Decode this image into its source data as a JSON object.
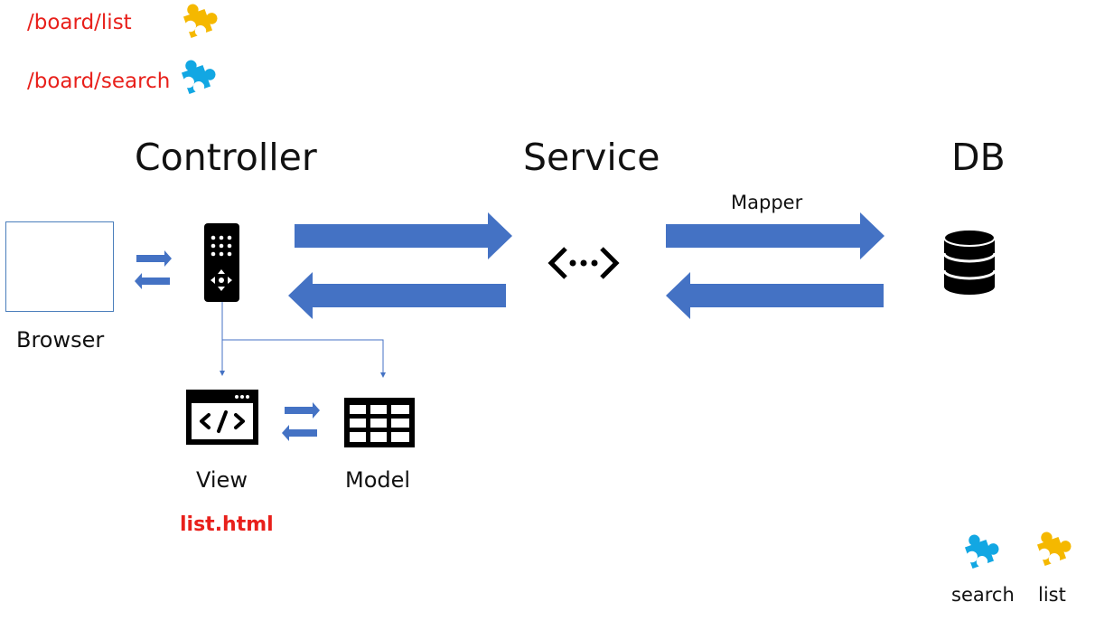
{
  "routes": [
    {
      "text": "/board/list",
      "puzzle_color": "#f5b800"
    },
    {
      "text": "/board/search",
      "puzzle_color": "#12a7e3"
    }
  ],
  "layers": {
    "controller": "Controller",
    "service": "Service",
    "db": "DB"
  },
  "mapper_label": "Mapper",
  "browser_label": "Browser",
  "view_label": "View",
  "model_label": "Model",
  "view_file": "list.html",
  "legend": [
    {
      "label": "search",
      "color": "#12a7e3"
    },
    {
      "label": "list",
      "color": "#f5b800"
    }
  ],
  "colors": {
    "arrow_blue": "#4472c4",
    "route_red": "#e8201b",
    "icon_dark": "#000000",
    "browser_border": "#4a7ebb"
  },
  "icons": [
    "puzzle-icon",
    "remote-control-icon",
    "network-endpoint-icon",
    "database-icon",
    "code-window-icon",
    "table-grid-icon"
  ]
}
